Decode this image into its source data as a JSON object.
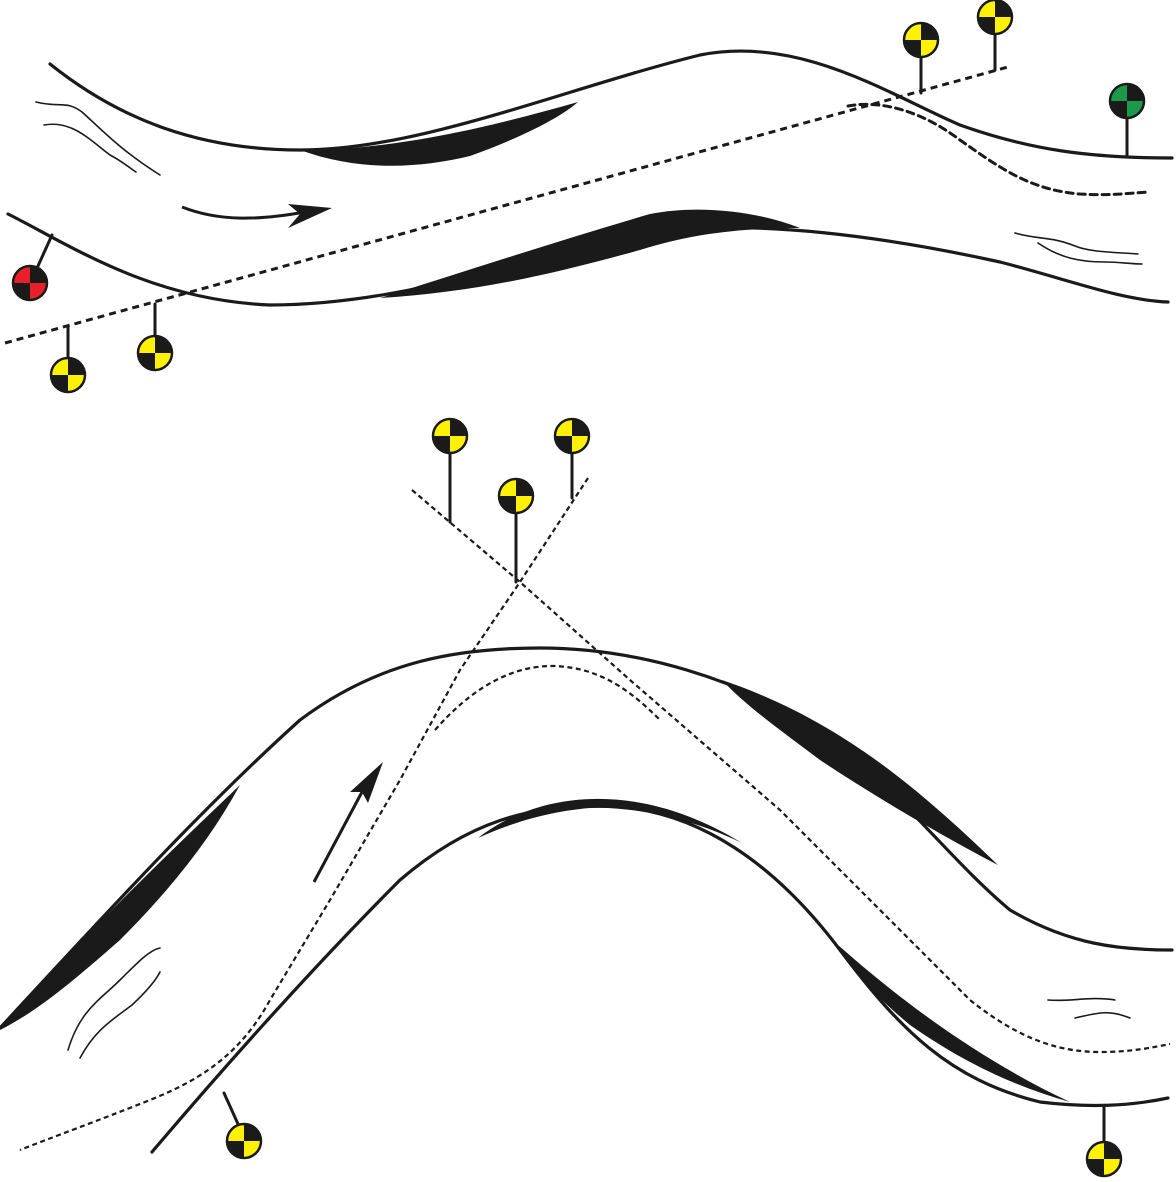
{
  "colors": {
    "line": "#1a1a1a",
    "background": "#ffffff",
    "leading_mark": "#fff200",
    "port_mark": "#e8202a",
    "starboard_mark": "#1a9a4a"
  },
  "panels": [
    {
      "name": "straight-channel",
      "flow_direction": "left-to-right",
      "marks": [
        {
          "type": "leading-mark",
          "color": "yellow-black"
        },
        {
          "type": "leading-mark",
          "color": "yellow-black"
        },
        {
          "type": "leading-mark",
          "color": "yellow-black"
        },
        {
          "type": "leading-mark",
          "color": "yellow-black"
        },
        {
          "type": "port-mark",
          "color": "red-black"
        },
        {
          "type": "starboard-mark",
          "color": "green-black"
        }
      ]
    },
    {
      "name": "bend-channel",
      "flow_direction": "upward",
      "marks": [
        {
          "type": "leading-mark",
          "color": "yellow-black"
        },
        {
          "type": "leading-mark",
          "color": "yellow-black"
        },
        {
          "type": "leading-mark",
          "color": "yellow-black"
        },
        {
          "type": "leading-mark",
          "color": "yellow-black"
        },
        {
          "type": "leading-mark",
          "color": "yellow-black"
        }
      ]
    }
  ]
}
